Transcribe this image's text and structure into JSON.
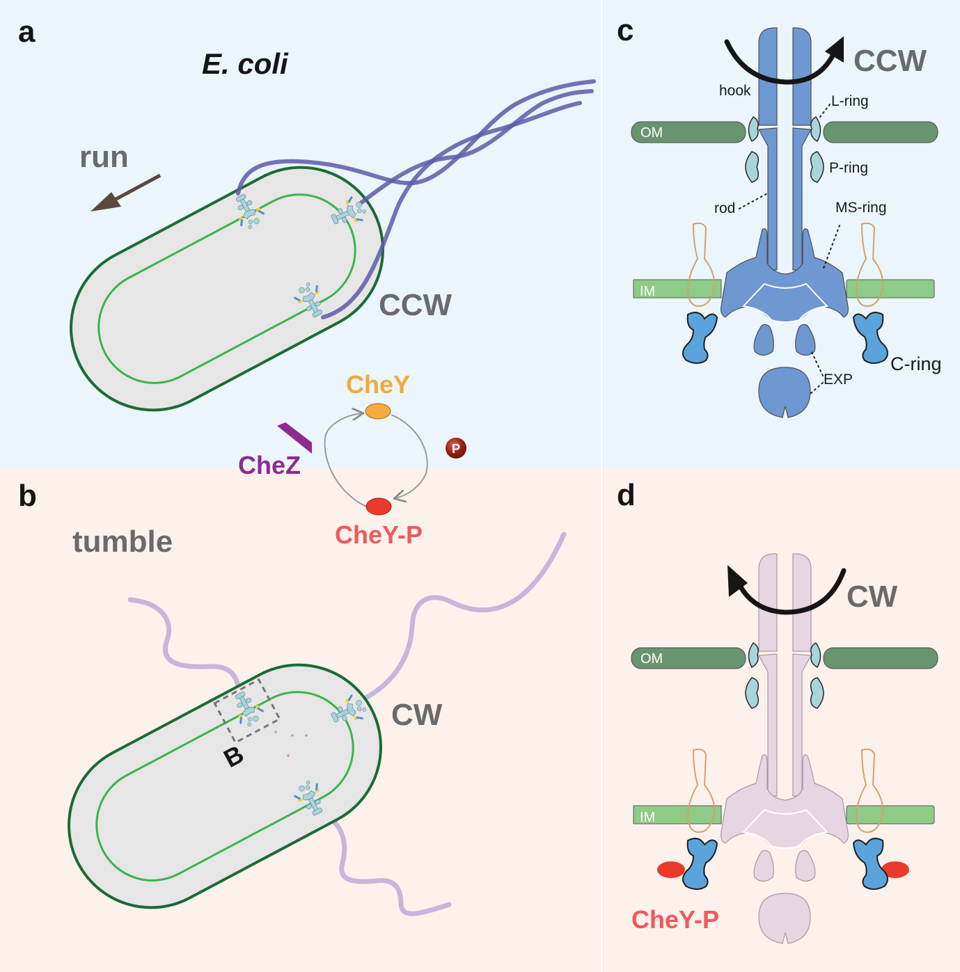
{
  "panels": {
    "a": {
      "letter": "a",
      "title": "E. coli",
      "motion_label": "run",
      "rotation_label": "CCW"
    },
    "b": {
      "letter": "b",
      "motion_label": "tumble",
      "rotation_label": "CW",
      "inset_label": "B"
    },
    "c": {
      "letter": "c",
      "rotation_label": "CCW",
      "labels": {
        "hook": "hook",
        "l_ring": "L-ring",
        "p_ring": "P-ring",
        "rod": "rod",
        "ms_ring": "MS-ring",
        "c_ring": "C-ring",
        "exp": "EXP",
        "om": "OM",
        "im": "IM"
      }
    },
    "d": {
      "letter": "d",
      "rotation_label": "CW",
      "labels": {
        "om": "OM",
        "im": "IM",
        "chey_p": "CheY-P"
      }
    }
  },
  "cycle": {
    "chey": "CheY",
    "chey_p": "CheY-P",
    "chez": "CheZ",
    "phosphate": "P"
  },
  "colors": {
    "bg_run": "#eaf5fc",
    "bg_tumble": "#fdf1ec",
    "flagella_run": "#5c5aa8",
    "flagella_tumble": "#c7b6d9",
    "motor_ccw": "#6f97d2",
    "motor_cw": "#e5d6e2",
    "outer_membrane": "#6a9470",
    "inner_membrane": "#8dcb86",
    "cell_wall": "#1c6a34",
    "cell_inner": "#3db34a",
    "cell_fill": "#e6e6e7",
    "chey": "#f6ab3d",
    "chey_p": "#ea3a2c",
    "chez": "#8e2a8f",
    "c_ring": "#5aa4db",
    "stator": "#d4a26a"
  }
}
